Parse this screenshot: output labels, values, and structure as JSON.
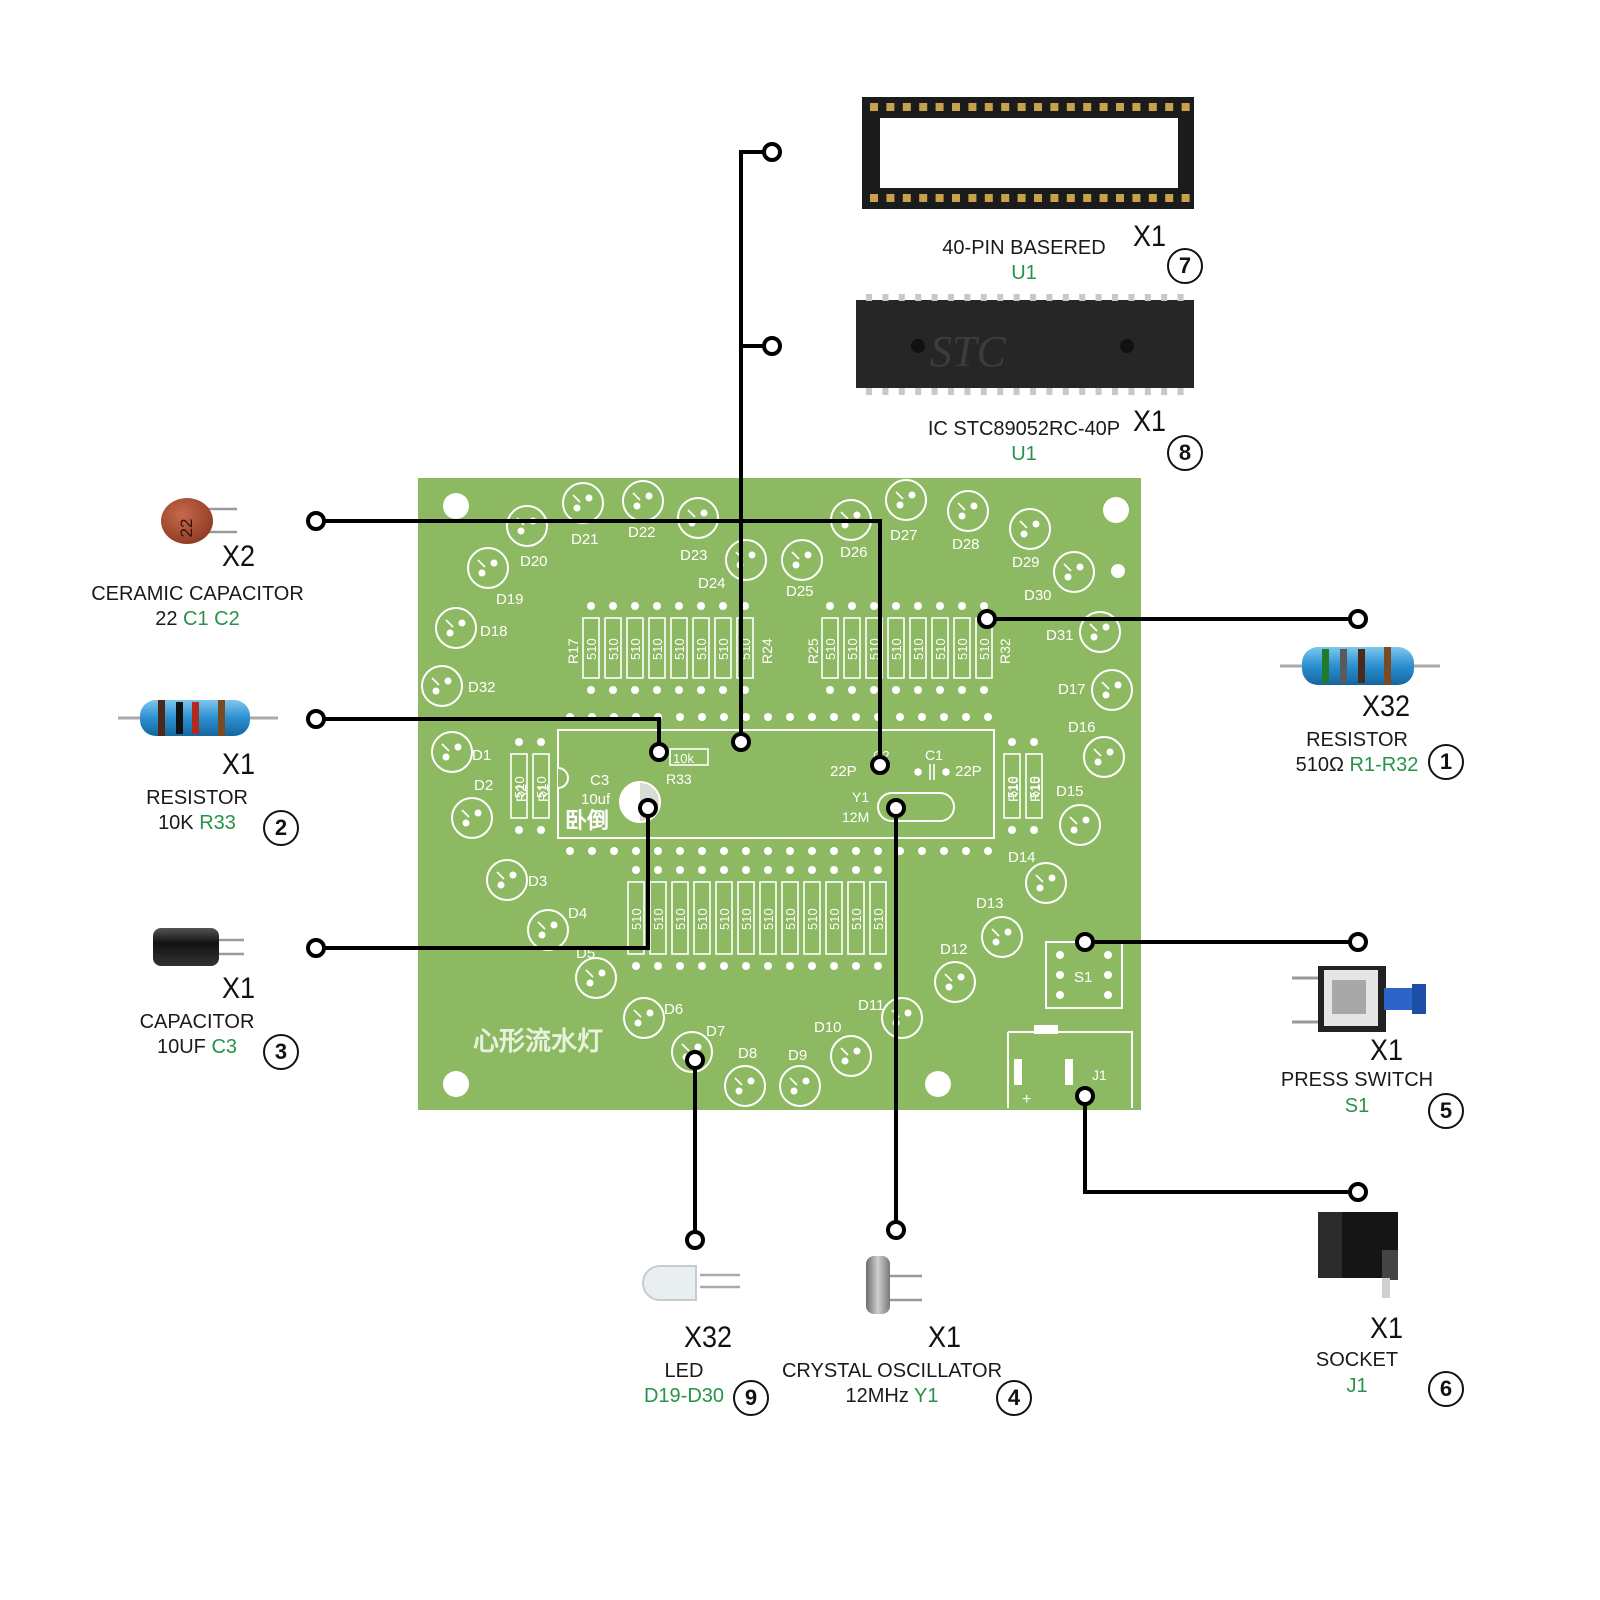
{
  "colors": {
    "pcb": "#8eb963",
    "pcb_dark": "#6f9a46",
    "silk": "#ffffff",
    "wire": "#000000",
    "ref_green": "#27934a"
  },
  "pcb": {
    "title": "心形流水灯",
    "reverse_mark": "卧倒",
    "r33_value": "10k",
    "r33_ref": "R33",
    "c3_ref": "C3",
    "c3_value": "10uf",
    "c1_ref": "C1",
    "c1_value": "22P",
    "c2_value": "22P",
    "c2_ref": "C2",
    "y1_ref": "Y1",
    "y1_value": "12M",
    "s1_ref": "S1",
    "j1_ref": "J1",
    "j1_plus": "+",
    "resistor_value": "510",
    "top_left_group": {
      "first": "R17",
      "last": "R24"
    },
    "top_right_group": {
      "first": "R25",
      "last": "R32"
    },
    "left_group": {
      "first": "R2",
      "last": "R1"
    },
    "right_group": {
      "first": "R16",
      "last": "R15"
    },
    "led_labels": [
      "D1",
      "D2",
      "D3",
      "D4",
      "D5",
      "D6",
      "D7",
      "D8",
      "D9",
      "D10",
      "D11",
      "D12",
      "D13",
      "D14",
      "D15",
      "D16",
      "D17",
      "D18",
      "D19",
      "D20",
      "D21",
      "D22",
      "D23",
      "D24",
      "D25",
      "D26",
      "D27",
      "D28",
      "D29",
      "D30",
      "D31",
      "D32"
    ]
  },
  "parts": [
    {
      "id": "p7",
      "qty": "X1",
      "name": "40-PIN BASERED",
      "value": "",
      "ref": "U1",
      "index": "7",
      "icon": "ic-socket-icon"
    },
    {
      "id": "p8",
      "qty": "X1",
      "name": "IC STC89052RC-40P",
      "value": "",
      "ref": "U1",
      "index": "8",
      "icon": "ic-chip-icon",
      "chip_marking": "STC"
    },
    {
      "id": "pc",
      "qty": "X2",
      "name": "CERAMIC CAPACITOR",
      "value": "22",
      "ref": "C1 C2",
      "index": "",
      "icon": "ceramic-capacitor-icon",
      "body_marking": "22"
    },
    {
      "id": "p2",
      "qty": "X1",
      "name": "RESISTOR",
      "value": "10K",
      "ref": "R33",
      "index": "2",
      "icon": "resistor-icon"
    },
    {
      "id": "p3",
      "qty": "X1",
      "name": "CAPACITOR",
      "value": "10UF",
      "ref": "C3",
      "index": "3",
      "icon": "electrolytic-capacitor-icon"
    },
    {
      "id": "p1",
      "qty": "X32",
      "name": "RESISTOR",
      "value": "510Ω",
      "ref": "R1-R32",
      "index": "1",
      "icon": "resistor-icon"
    },
    {
      "id": "p5",
      "qty": "X1",
      "name": "PRESS SWITCH",
      "value": "",
      "ref": "S1",
      "index": "5",
      "icon": "press-switch-icon"
    },
    {
      "id": "p6",
      "qty": "X1",
      "name": "SOCKET",
      "value": "",
      "ref": "J1",
      "index": "6",
      "icon": "dc-socket-icon"
    },
    {
      "id": "p9",
      "qty": "X32",
      "name": "LED",
      "value": "",
      "ref": "D19-D30",
      "index": "9",
      "icon": "led-icon"
    },
    {
      "id": "p4",
      "qty": "X1",
      "name": "CRYSTAL OSCILLATOR",
      "value": "12MHz",
      "ref": "Y1",
      "index": "4",
      "icon": "crystal-oscillator-icon"
    }
  ]
}
